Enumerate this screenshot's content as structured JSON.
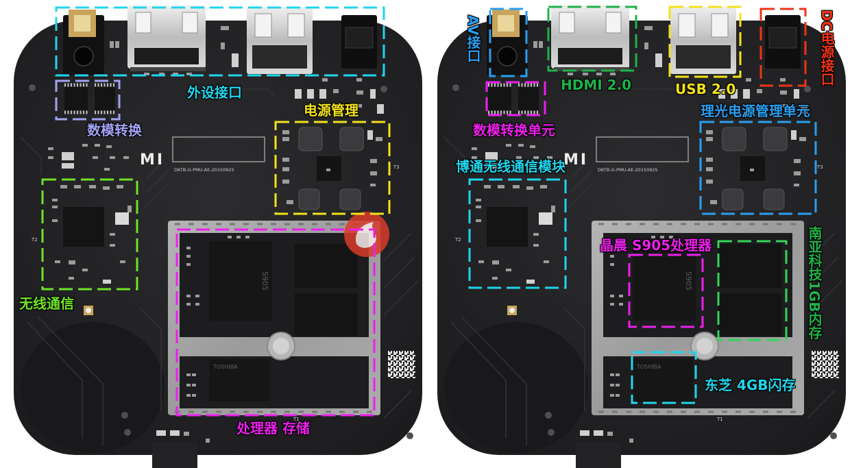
{
  "left_board": {
    "labels": {
      "peripherals": "外设接口",
      "dac": "数模转换",
      "power": "电源管理",
      "wireless": "无线通信",
      "processor_storage": "处理器 存储"
    }
  },
  "right_board": {
    "labels": {
      "av": "AV接口",
      "hdmi": "HDMI 2.0",
      "usb": "USB 2.0",
      "dc": "DC电源接口",
      "dac": "数模转换单元",
      "power": "理光电源管理单元",
      "wireless": "博通无线通信模块",
      "soc": "晶晨 S905处理器",
      "ram": "南亚科技1GB内存",
      "flash": "东芝 4GB闪存"
    }
  },
  "silkscreen": {
    "logo": "MI",
    "board_id": "DKTB-G-PMU-AE-20150925",
    "ref_t1": "T1",
    "ref_t2": "T2",
    "ref_t3": "T3",
    "soc_marking": "S905",
    "flash_marking": "TOSHIBA"
  },
  "colors": {
    "cyan": "#1fd6ec",
    "lavender": "#a3a3f2",
    "yellow": "#f2e21a",
    "lime": "#6fe326",
    "magenta": "#ec1fec",
    "blue": "#2a9ff0",
    "green": "#1fb24a",
    "bright_green": "#33d45a",
    "red": "#ee3417"
  }
}
